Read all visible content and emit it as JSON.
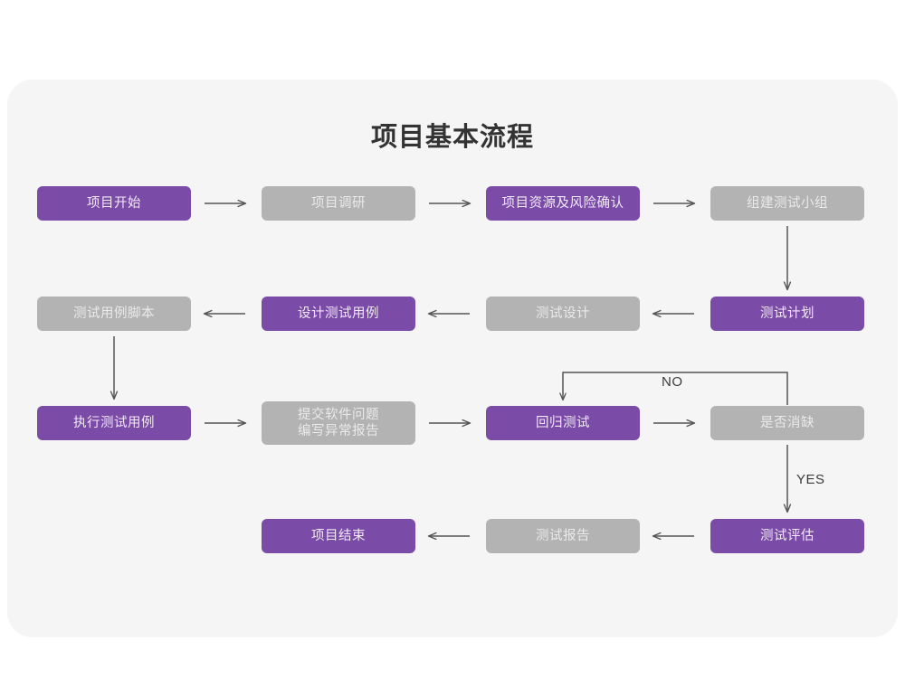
{
  "card": {
    "background": "#f5f5f5",
    "title": "项目基本流程"
  },
  "colors": {
    "purple": "#7b4ba8",
    "gray": "#b3b3b3",
    "purple_text": "#f2eaf7",
    "gray_text": "#eaeaea",
    "title_text": "#333333",
    "arrow": "#555555",
    "page_background": "#ffffff"
  },
  "chart_data": {
    "type": "diagram",
    "title": "项目基本流程",
    "nodes": [
      {
        "id": "n1",
        "label": "项目开始",
        "style": "purple",
        "row": 1,
        "col": 1
      },
      {
        "id": "n2",
        "label": "项目调研",
        "style": "gray",
        "row": 1,
        "col": 2
      },
      {
        "id": "n3",
        "label": "项目资源及风险确认",
        "style": "purple",
        "row": 1,
        "col": 3
      },
      {
        "id": "n4",
        "label": "组建测试小组",
        "style": "gray",
        "row": 1,
        "col": 4
      },
      {
        "id": "n5",
        "label": "测试用例脚本",
        "style": "gray",
        "row": 2,
        "col": 1
      },
      {
        "id": "n6",
        "label": "设计测试用例",
        "style": "purple",
        "row": 2,
        "col": 2
      },
      {
        "id": "n7",
        "label": "测试设计",
        "style": "gray",
        "row": 2,
        "col": 3
      },
      {
        "id": "n8",
        "label": "测试计划",
        "style": "purple",
        "row": 2,
        "col": 4
      },
      {
        "id": "n9",
        "label": "执行测试用例",
        "style": "purple",
        "row": 3,
        "col": 1
      },
      {
        "id": "n10",
        "label": "提交软件问题\n编写异常报告",
        "style": "gray",
        "row": 3,
        "col": 2
      },
      {
        "id": "n11",
        "label": "回归测试",
        "style": "purple",
        "row": 3,
        "col": 3
      },
      {
        "id": "n12",
        "label": "是否消缺",
        "style": "gray",
        "row": 3,
        "col": 4
      },
      {
        "id": "n13",
        "label": "项目结束",
        "style": "purple",
        "row": 4,
        "col": 2
      },
      {
        "id": "n14",
        "label": "测试报告",
        "style": "gray",
        "row": 4,
        "col": 3
      },
      {
        "id": "n15",
        "label": "测试评估",
        "style": "purple",
        "row": 4,
        "col": 4
      }
    ],
    "edges": [
      {
        "from": "n1",
        "to": "n2",
        "direction": "right",
        "label": ""
      },
      {
        "from": "n2",
        "to": "n3",
        "direction": "right",
        "label": ""
      },
      {
        "from": "n3",
        "to": "n4",
        "direction": "right",
        "label": ""
      },
      {
        "from": "n4",
        "to": "n8",
        "direction": "down",
        "label": ""
      },
      {
        "from": "n8",
        "to": "n7",
        "direction": "left",
        "label": ""
      },
      {
        "from": "n7",
        "to": "n6",
        "direction": "left",
        "label": ""
      },
      {
        "from": "n6",
        "to": "n5",
        "direction": "left",
        "label": ""
      },
      {
        "from": "n5",
        "to": "n9",
        "direction": "down",
        "label": ""
      },
      {
        "from": "n9",
        "to": "n10",
        "direction": "right",
        "label": ""
      },
      {
        "from": "n10",
        "to": "n11",
        "direction": "right",
        "label": ""
      },
      {
        "from": "n11",
        "to": "n12",
        "direction": "right",
        "label": ""
      },
      {
        "from": "n12",
        "to": "n11",
        "direction": "loop-up-left",
        "label": "NO"
      },
      {
        "from": "n12",
        "to": "n15",
        "direction": "down",
        "label": "YES"
      },
      {
        "from": "n15",
        "to": "n14",
        "direction": "left",
        "label": ""
      },
      {
        "from": "n14",
        "to": "n13",
        "direction": "left",
        "label": ""
      }
    ],
    "edge_labels": [
      "NO",
      "YES"
    ]
  },
  "labels": {
    "no": "NO",
    "yes": "YES"
  }
}
